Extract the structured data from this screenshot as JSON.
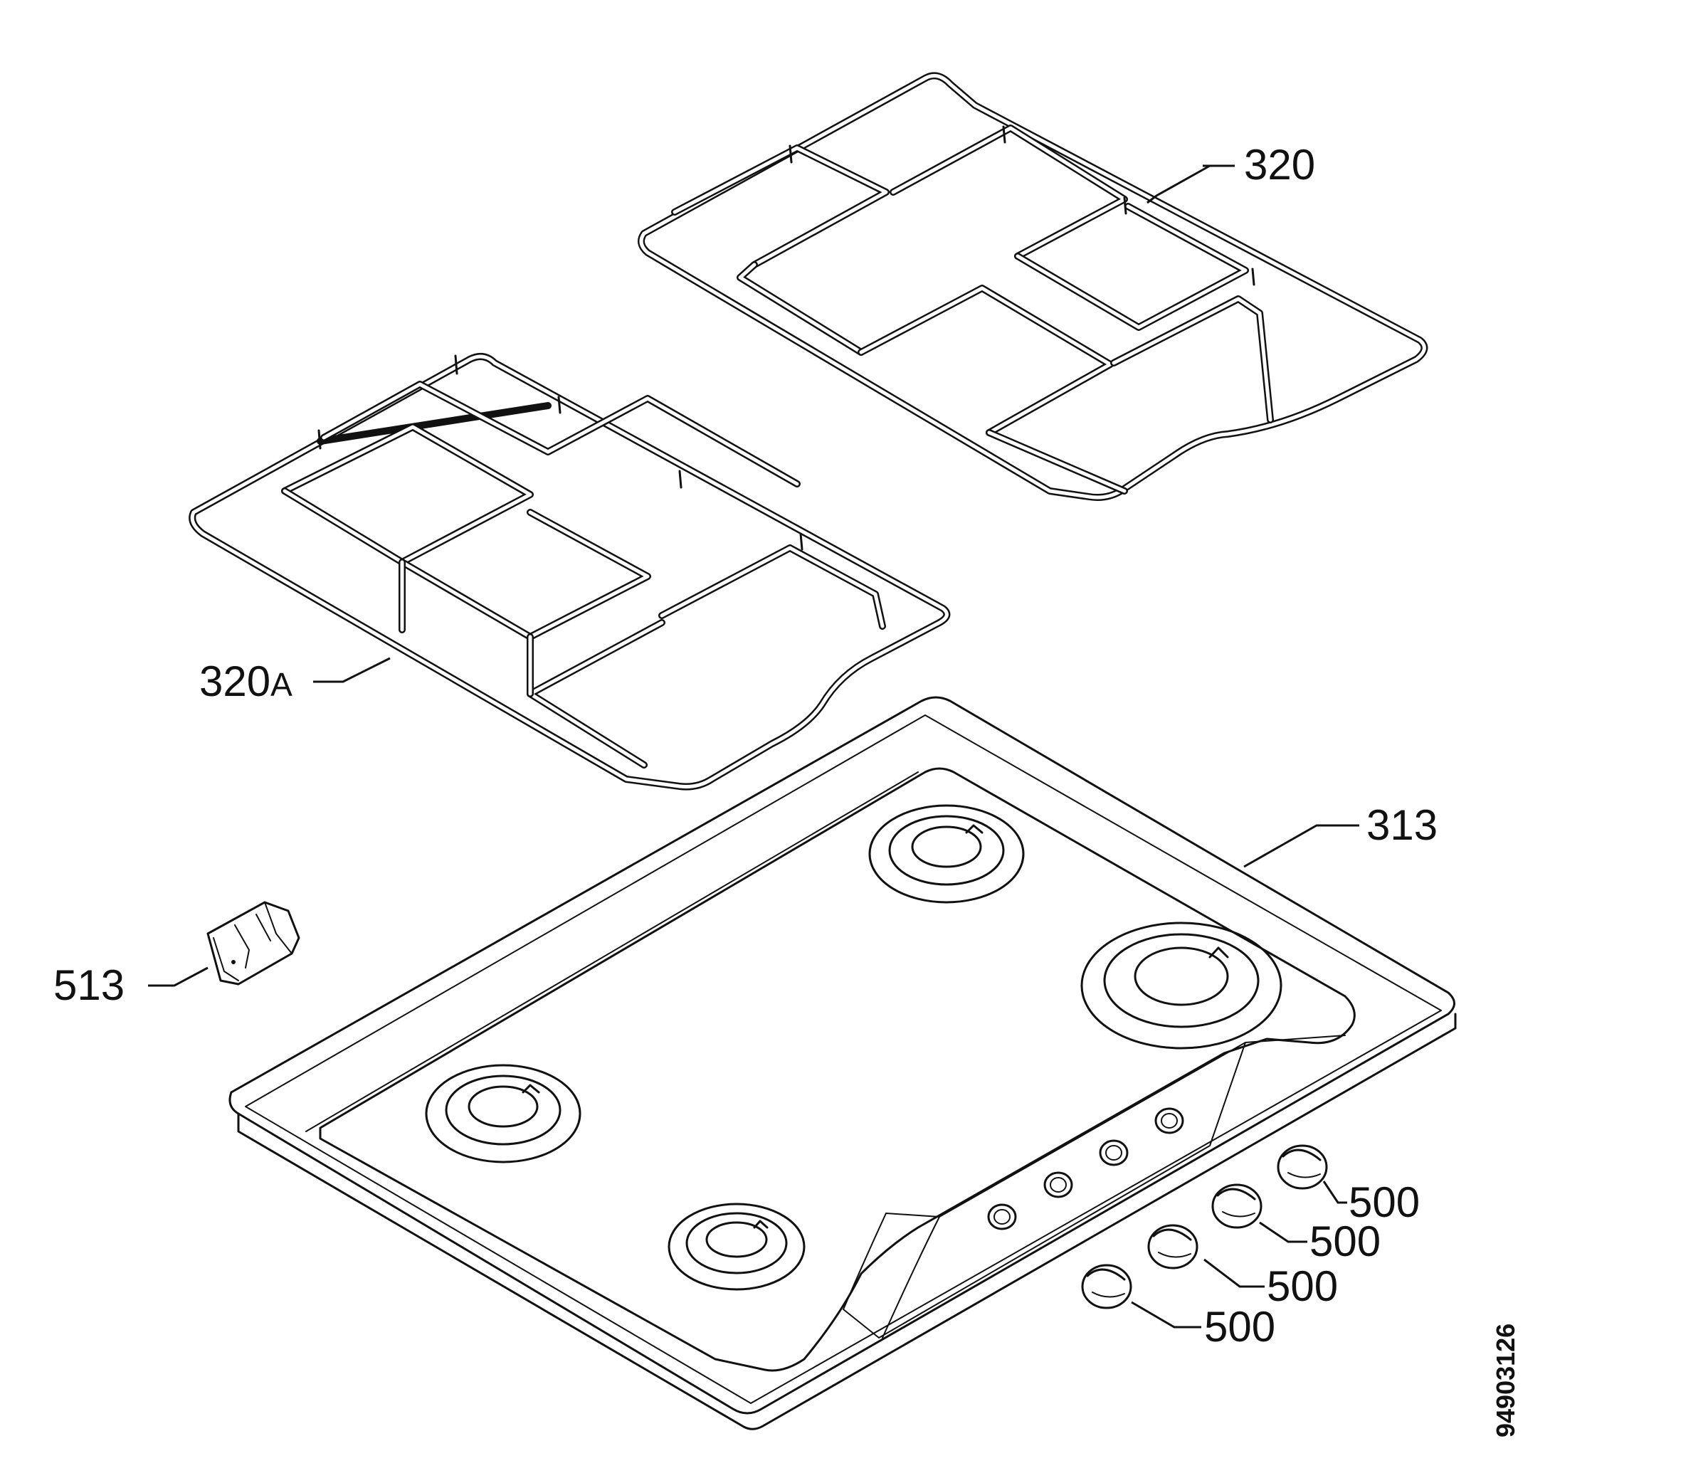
{
  "callouts": {
    "grid_right": "320",
    "grid_left_num": "320",
    "grid_left_suffix": "A",
    "hob": "313",
    "clip": "513",
    "knob_1": "500",
    "knob_2": "500",
    "knob_3": "500",
    "knob_4": "500"
  },
  "drawing_number": "94903126"
}
